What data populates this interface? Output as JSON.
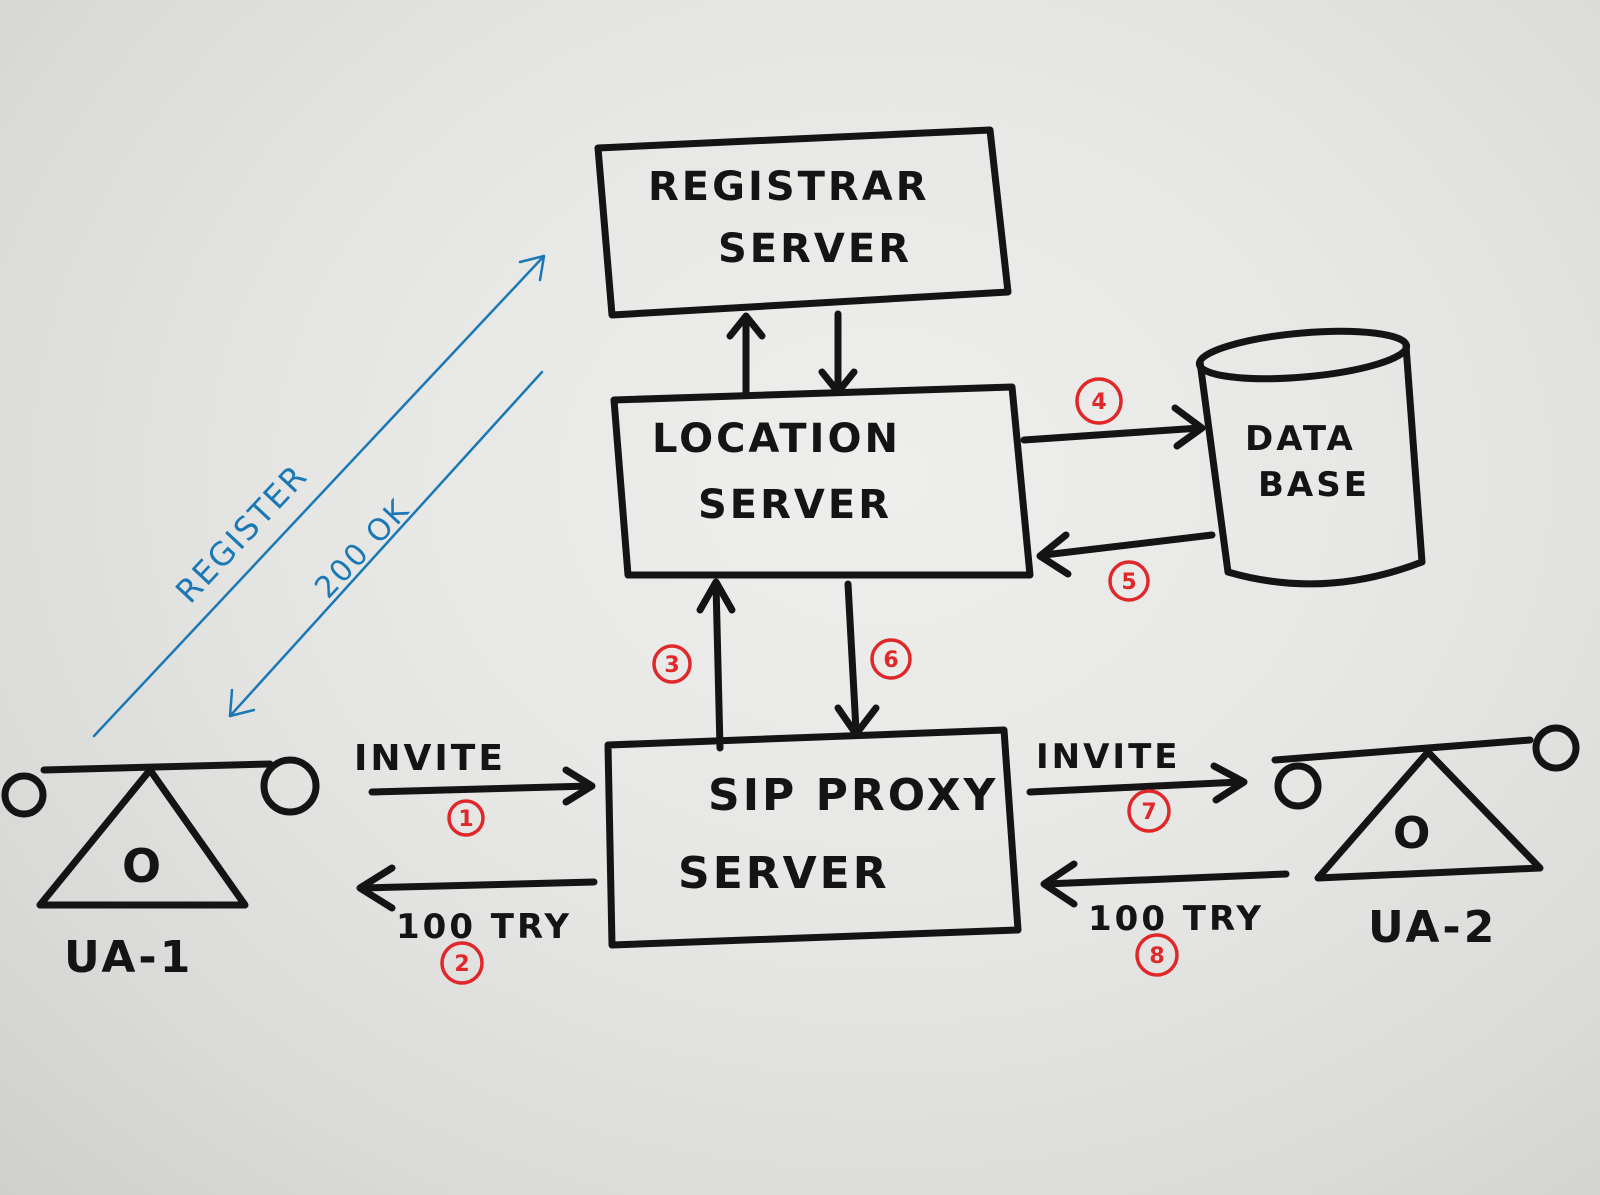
{
  "boxes": {
    "registrar": [
      "REGISTRAR",
      "SERVER"
    ],
    "location": [
      "LOCATION",
      "SERVER"
    ],
    "proxy": [
      "SIP PROXY",
      "SERVER"
    ],
    "database": [
      "DATA",
      "BASE"
    ]
  },
  "agents": {
    "ua1": "UA-1",
    "ua2": "UA-2",
    "symbol": "O"
  },
  "messages": {
    "register": "REGISTER",
    "ok200": "200 OK",
    "invite_1": "INVITE",
    "try_2": "100 TRY",
    "invite_7": "INVITE",
    "try_8": "100 TRY"
  },
  "steps": [
    "1",
    "2",
    "3",
    "4",
    "5",
    "6",
    "7",
    "8"
  ],
  "colors": {
    "ink": "#141414",
    "register_flow": "#1a78b4",
    "step_markers": "#e0282a"
  }
}
